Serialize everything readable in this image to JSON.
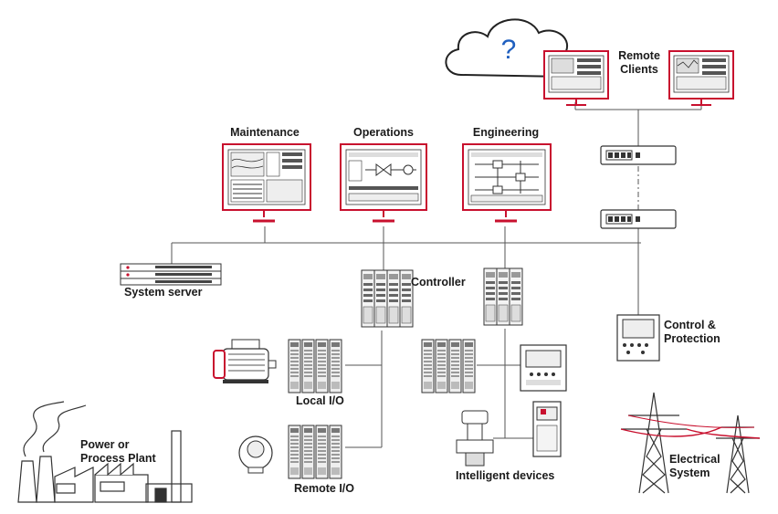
{
  "labels": {
    "remote_clients_line1": "Remote",
    "remote_clients_line2": "Clients",
    "maintenance": "Maintenance",
    "operations": "Operations",
    "engineering": "Engineering",
    "system_server": "System server",
    "controller": "Controller",
    "local_io": "Local I/O",
    "remote_io": "Remote I/O",
    "intelligent_devices": "Intelligent devices",
    "control_protection_line1": "Control &",
    "control_protection_line2": "Protection",
    "power_plant_line1": "Power or",
    "power_plant_line2": "Process Plant",
    "electrical_system_line1": "Electrical",
    "electrical_system_line2": "System",
    "cloud_mark": "?"
  },
  "colors": {
    "accent_red": "#c8102e",
    "cloud_question": "#1f5fbf",
    "line": "#555555"
  }
}
